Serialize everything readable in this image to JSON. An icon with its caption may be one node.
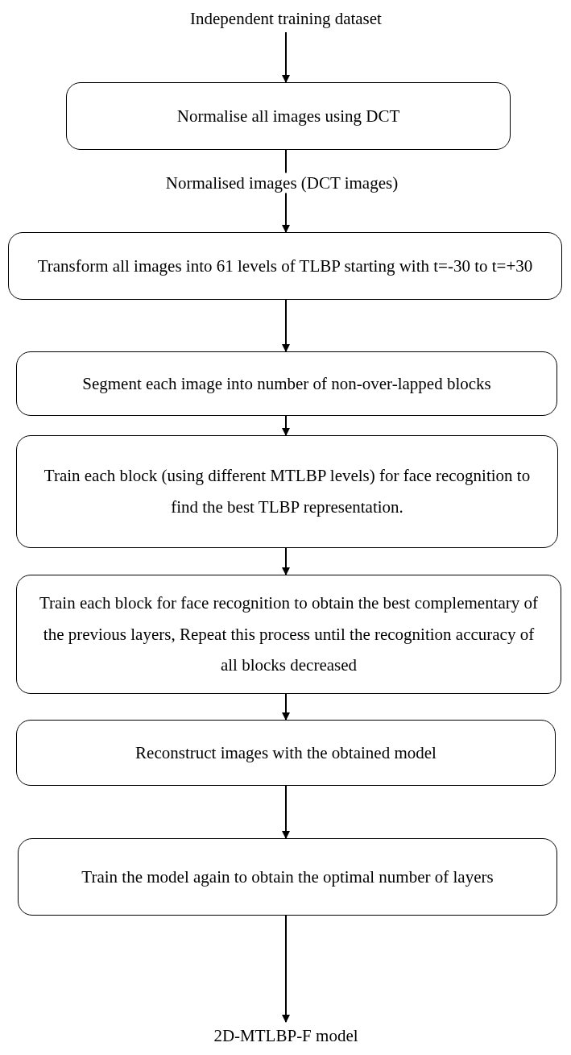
{
  "diagram": {
    "nodes": [
      {
        "text": [
          "Independent training dataset"
        ]
      },
      {
        "text": [
          "Normalise all images using DCT"
        ]
      },
      {
        "text": [
          "Transform all images into 61 levels of TLBP starting with t=-30 to t=+30"
        ]
      },
      {
        "text": [
          "Segment each image into number of non-over-lapped blocks"
        ]
      },
      {
        "text": [
          "Train each block (using different MTLBP levels) for face recognition to find the best TLBP representation."
        ]
      },
      {
        "text": [
          "Train each block for face recognition to obtain the best complementary of the previous layers, Repeat this process until the recognition accuracy of all blocks decreased"
        ]
      },
      {
        "text": [
          "Reconstruct images with the obtained model"
        ]
      },
      {
        "text": [
          "Train the model again to obtain the optimal number of layers"
        ]
      },
      {
        "text": [
          "2D-MTLBP-F model"
        ]
      }
    ],
    "edges": [
      {
        "from": 0,
        "to": 1,
        "arrow": "to"
      },
      {
        "from": 1,
        "to": 2,
        "arrow": "to",
        "label": "Normalised images (DCT images)"
      },
      {
        "from": 2,
        "to": 3,
        "arrow": "to"
      },
      {
        "from": 3,
        "to": 4,
        "arrow": "to"
      },
      {
        "from": 4,
        "to": 5,
        "arrow": "to"
      },
      {
        "from": 5,
        "to": 6,
        "arrow": "to"
      },
      {
        "from": 6,
        "to": 7,
        "arrow": "to"
      },
      {
        "from": 7,
        "to": 8,
        "arrow": "to"
      }
    ]
  }
}
